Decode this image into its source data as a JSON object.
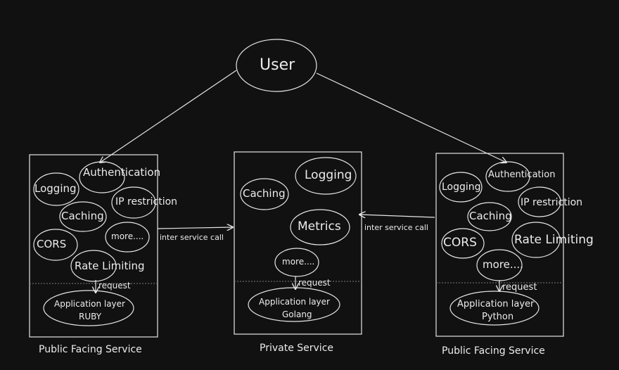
{
  "user": {
    "label": "User"
  },
  "left_service": {
    "caption": "Public Facing Service",
    "features": [
      "Logging",
      "Authentication",
      "IP restriction",
      "Caching",
      "more....",
      "CORS",
      "Rate Limiting"
    ],
    "request_label": "request",
    "app_layer": {
      "title": "Application layer",
      "language": "RUBY"
    }
  },
  "middle_service": {
    "caption": "Private Service",
    "features": [
      "Caching",
      "Logging",
      "Metrics",
      "more...."
    ],
    "request_label": "request",
    "app_layer": {
      "title": "Application layer",
      "language": "Golang"
    }
  },
  "right_service": {
    "caption": "Public Facing Service",
    "features": [
      "Logging",
      "Authentication",
      "IP restriction",
      "Caching",
      "CORS",
      "Rate Limiting",
      "more...."
    ],
    "request_label": "request",
    "app_layer": {
      "title": "Application layer",
      "language": "Python"
    }
  },
  "connections": {
    "left_to_middle": "inter service call",
    "right_to_middle": "inter service call"
  },
  "colors": {
    "background": "#111112",
    "stroke": "#e6e6e6",
    "text": "#ececec",
    "divider": "#7a7a7a"
  }
}
